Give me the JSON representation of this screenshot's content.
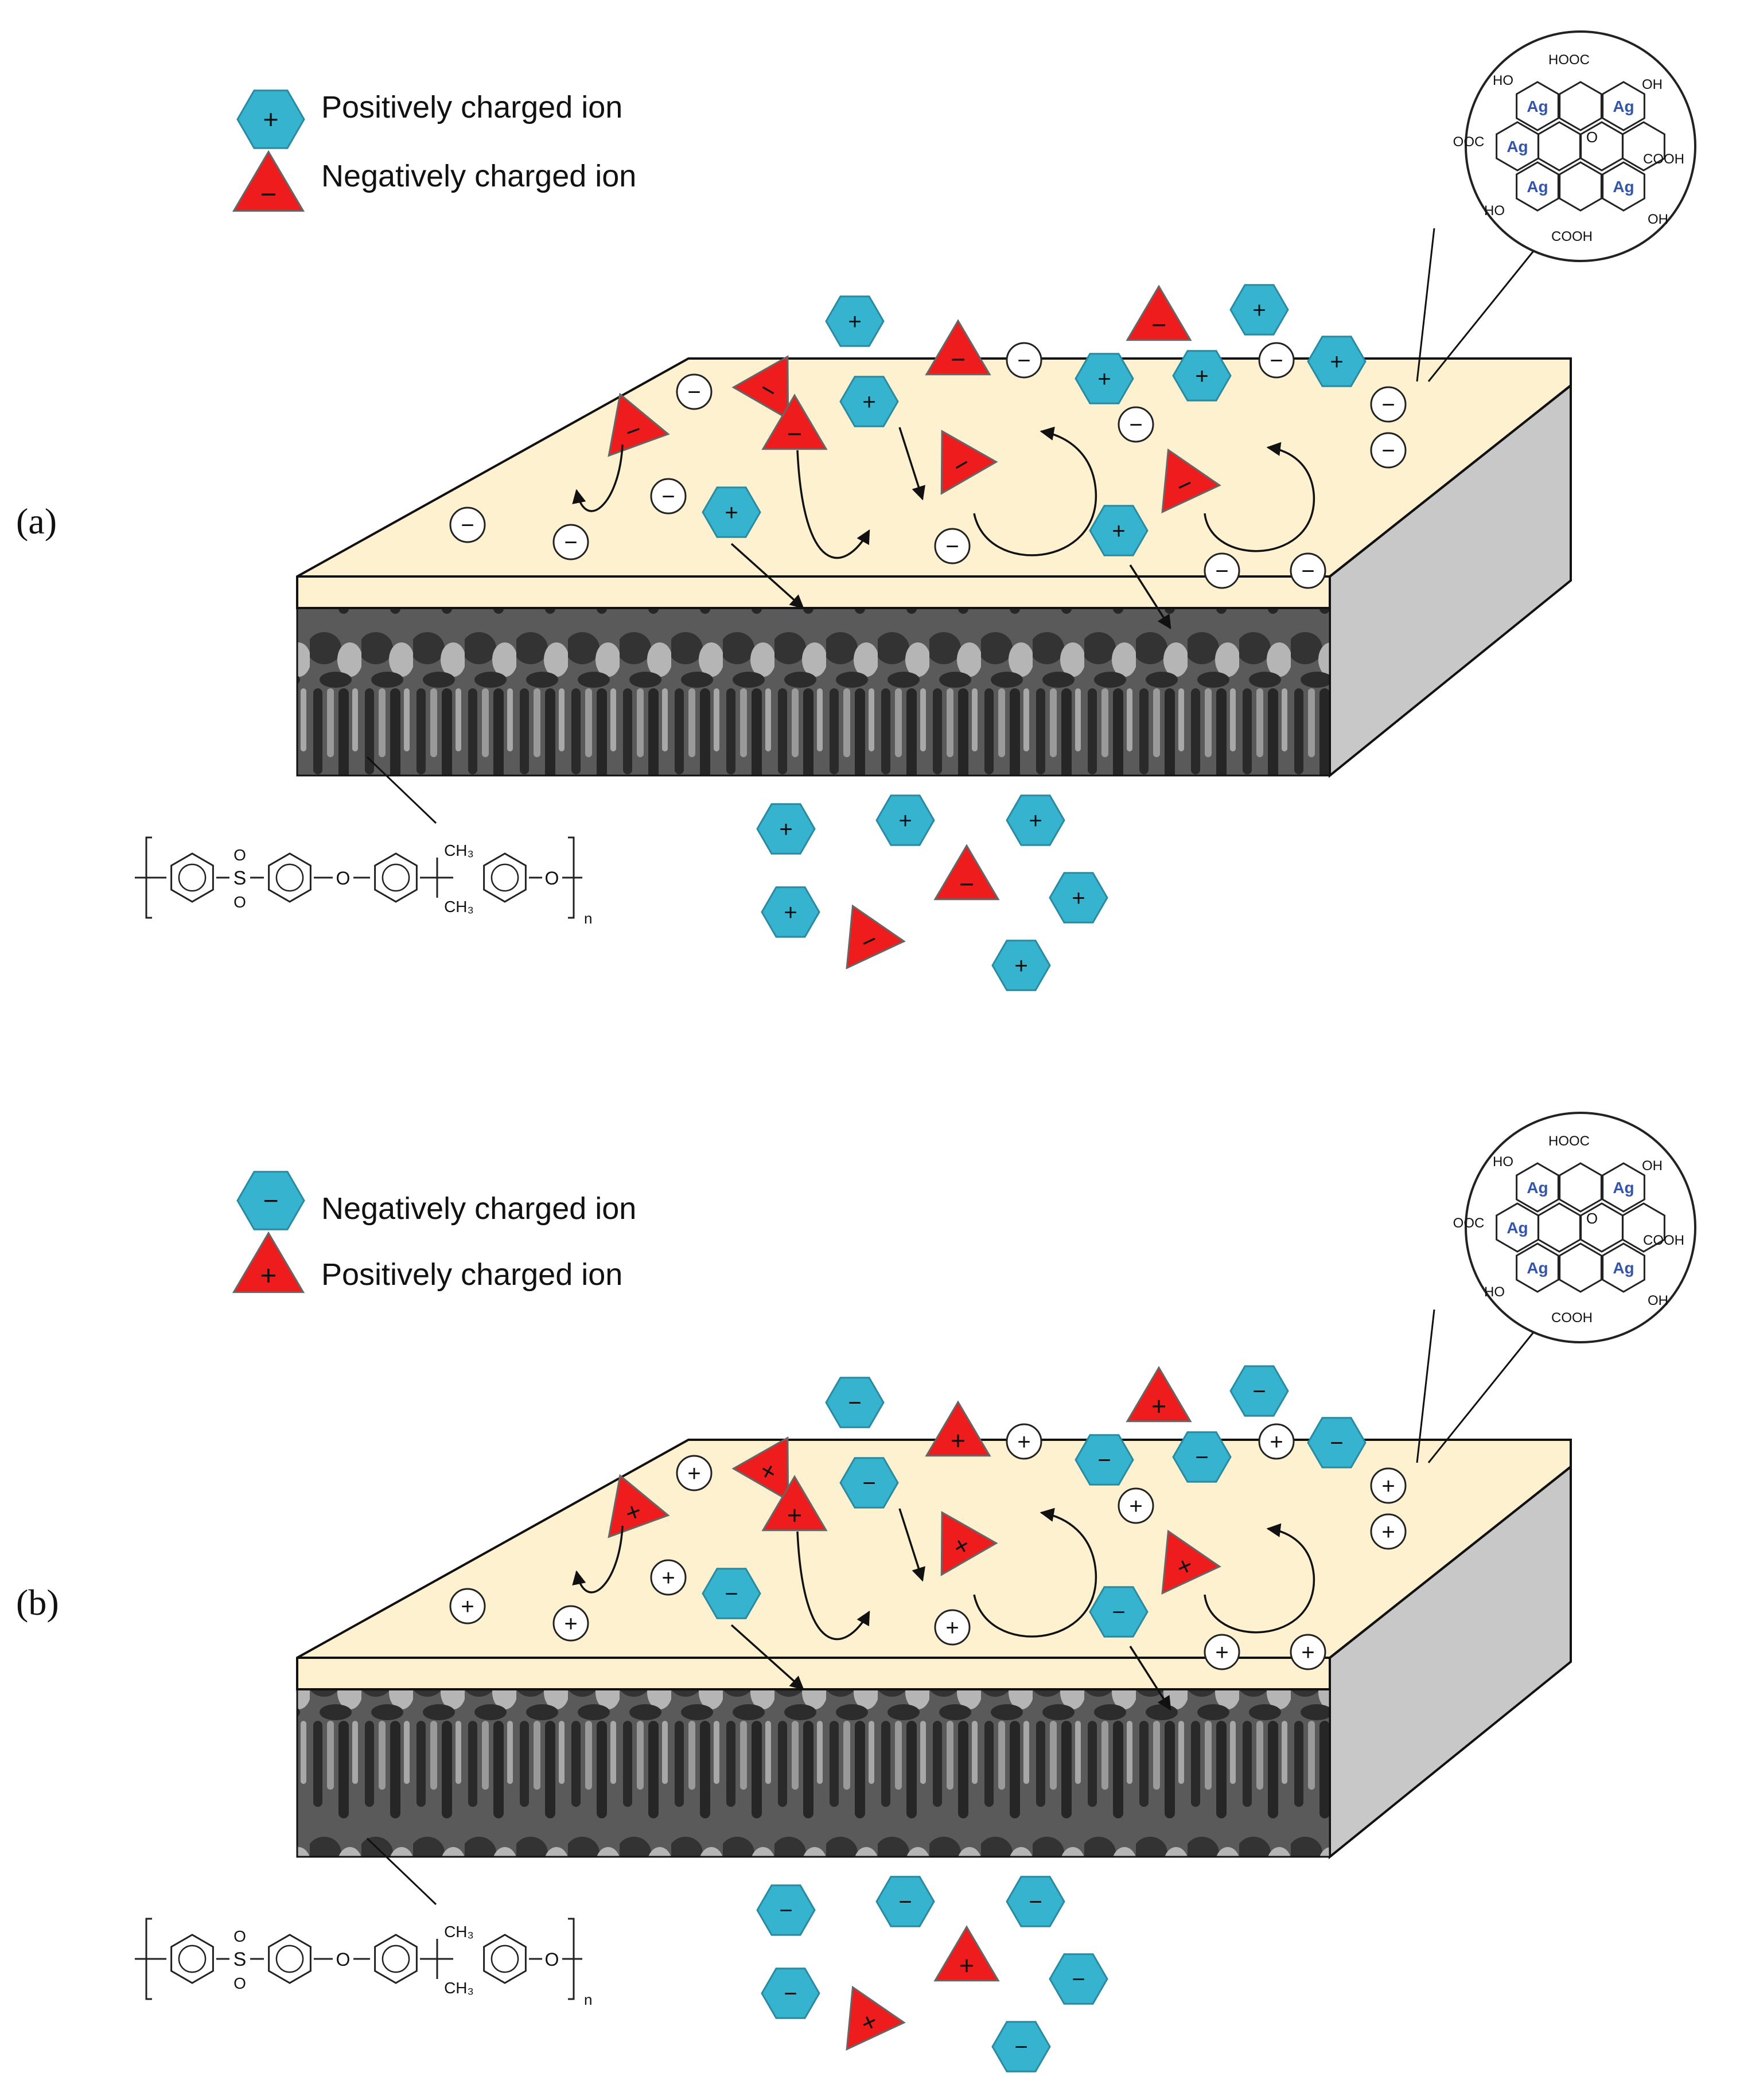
{
  "colors": {
    "cation_fill": "#35b3cf",
    "anion_fill": "#ee1c1c",
    "layer_top": "#fdf1cf",
    "layer_side": "#c8c8c8",
    "sem_dark": "#3c3c3c",
    "outline": "#222222"
  },
  "panels": [
    {
      "id": "a",
      "label": "(a)",
      "legend": [
        {
          "shape": "hexagon",
          "sign": "+",
          "text": "Positively charged ion"
        },
        {
          "shape": "triangle",
          "sign": "−",
          "text": "Negatively charged ion"
        }
      ],
      "surface_charge": "−",
      "hex_sign": "+",
      "tri_sign": "−",
      "inset_atoms": [
        "HOOC",
        "OH",
        "HO",
        "OOC",
        "COOH",
        "HO",
        "COOH",
        "OH"
      ],
      "inset_ag": [
        "Ag",
        "Ag",
        "Ag",
        "Ag",
        "Ag"
      ],
      "inset_o": "O",
      "polymer": {
        "so2_s": "S",
        "so2_o": "O",
        "ether_o": "O",
        "ch3": "CH₃",
        "n": "n"
      }
    },
    {
      "id": "b",
      "label": "(b)",
      "legend": [
        {
          "shape": "hexagon",
          "sign": "−",
          "text": "Negatively charged ion"
        },
        {
          "shape": "triangle",
          "sign": "+",
          "text": "Positively charged ion"
        }
      ],
      "surface_charge": "+",
      "hex_sign": "−",
      "tri_sign": "+",
      "inset_atoms": [
        "HOOC",
        "OH",
        "HO",
        "OOC",
        "COOH",
        "HO",
        "COOH",
        "OH"
      ],
      "inset_ag": [
        "Ag",
        "Ag",
        "Ag",
        "Ag",
        "Ag"
      ],
      "inset_o": "O",
      "polymer": {
        "so2_s": "S",
        "so2_o": "O",
        "ether_o": "O",
        "ch3": "CH₃",
        "n": "n"
      }
    }
  ]
}
